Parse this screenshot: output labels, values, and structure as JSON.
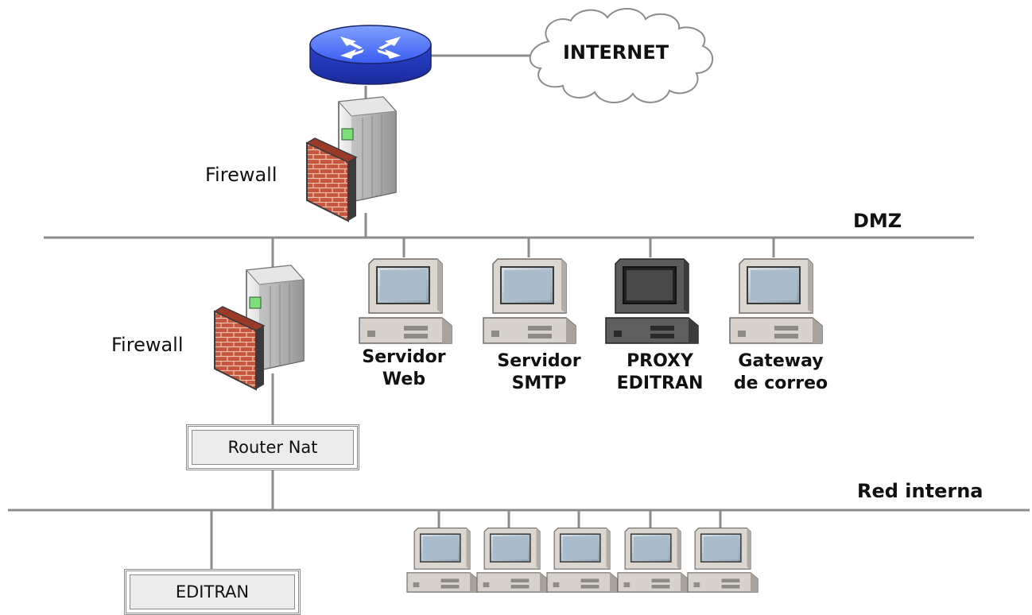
{
  "internet": {
    "label": "INTERNET"
  },
  "firewalls": [
    {
      "label": "Firewall"
    },
    {
      "label": "Firewall"
    }
  ],
  "networks": {
    "dmz": "DMZ",
    "internal": "Red interna"
  },
  "dmz_servers": [
    {
      "line1": "Servidor",
      "line2": "Web"
    },
    {
      "line1": "Servidor",
      "line2": "SMTP"
    },
    {
      "line1": "PROXY",
      "line2": "EDITRAN"
    },
    {
      "line1": "Gateway",
      "line2": "de correo"
    }
  ],
  "router_nat": {
    "label": "Router Nat"
  },
  "editran": {
    "label": "EDITRAN"
  },
  "internal_workstations": 5
}
